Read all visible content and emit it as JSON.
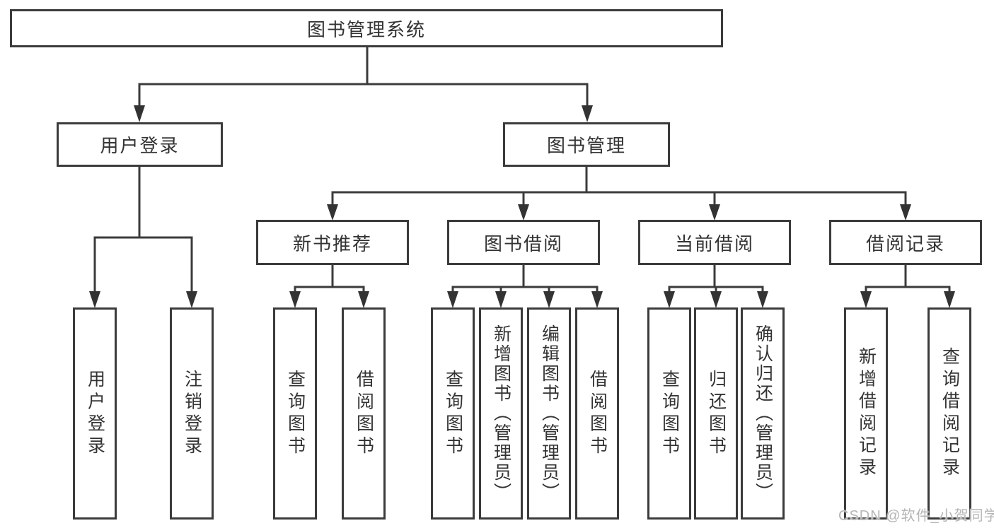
{
  "nodes": {
    "root": "图书管理系统",
    "level2": {
      "user_login": "用户登录",
      "book_mgmt": "图书管理"
    },
    "level3": {
      "new_books": "新书推荐",
      "book_borrow": "图书借阅",
      "current_borrow": "当前借阅",
      "borrow_records": "借阅记录"
    },
    "leaves": {
      "user_login": [
        "用户登录",
        "注销登录"
      ],
      "new_books": [
        "查询图书",
        "借阅图书"
      ],
      "book_borrow": [
        "查询图书",
        "新增图书（管理员）",
        "编辑图书（管理员）",
        "借阅图书"
      ],
      "current_borrow": [
        "查询图书",
        "归还图书",
        "确认归还（管理员）"
      ],
      "borrow_records": [
        "新增借阅记录",
        "查询借阅记录"
      ]
    }
  },
  "watermark": "CSDN @软件_小贺同学",
  "colors": {
    "line": "#3b3b3b",
    "text": "#333333",
    "watermark": "#b5b5b5",
    "background": "#ffffff"
  }
}
